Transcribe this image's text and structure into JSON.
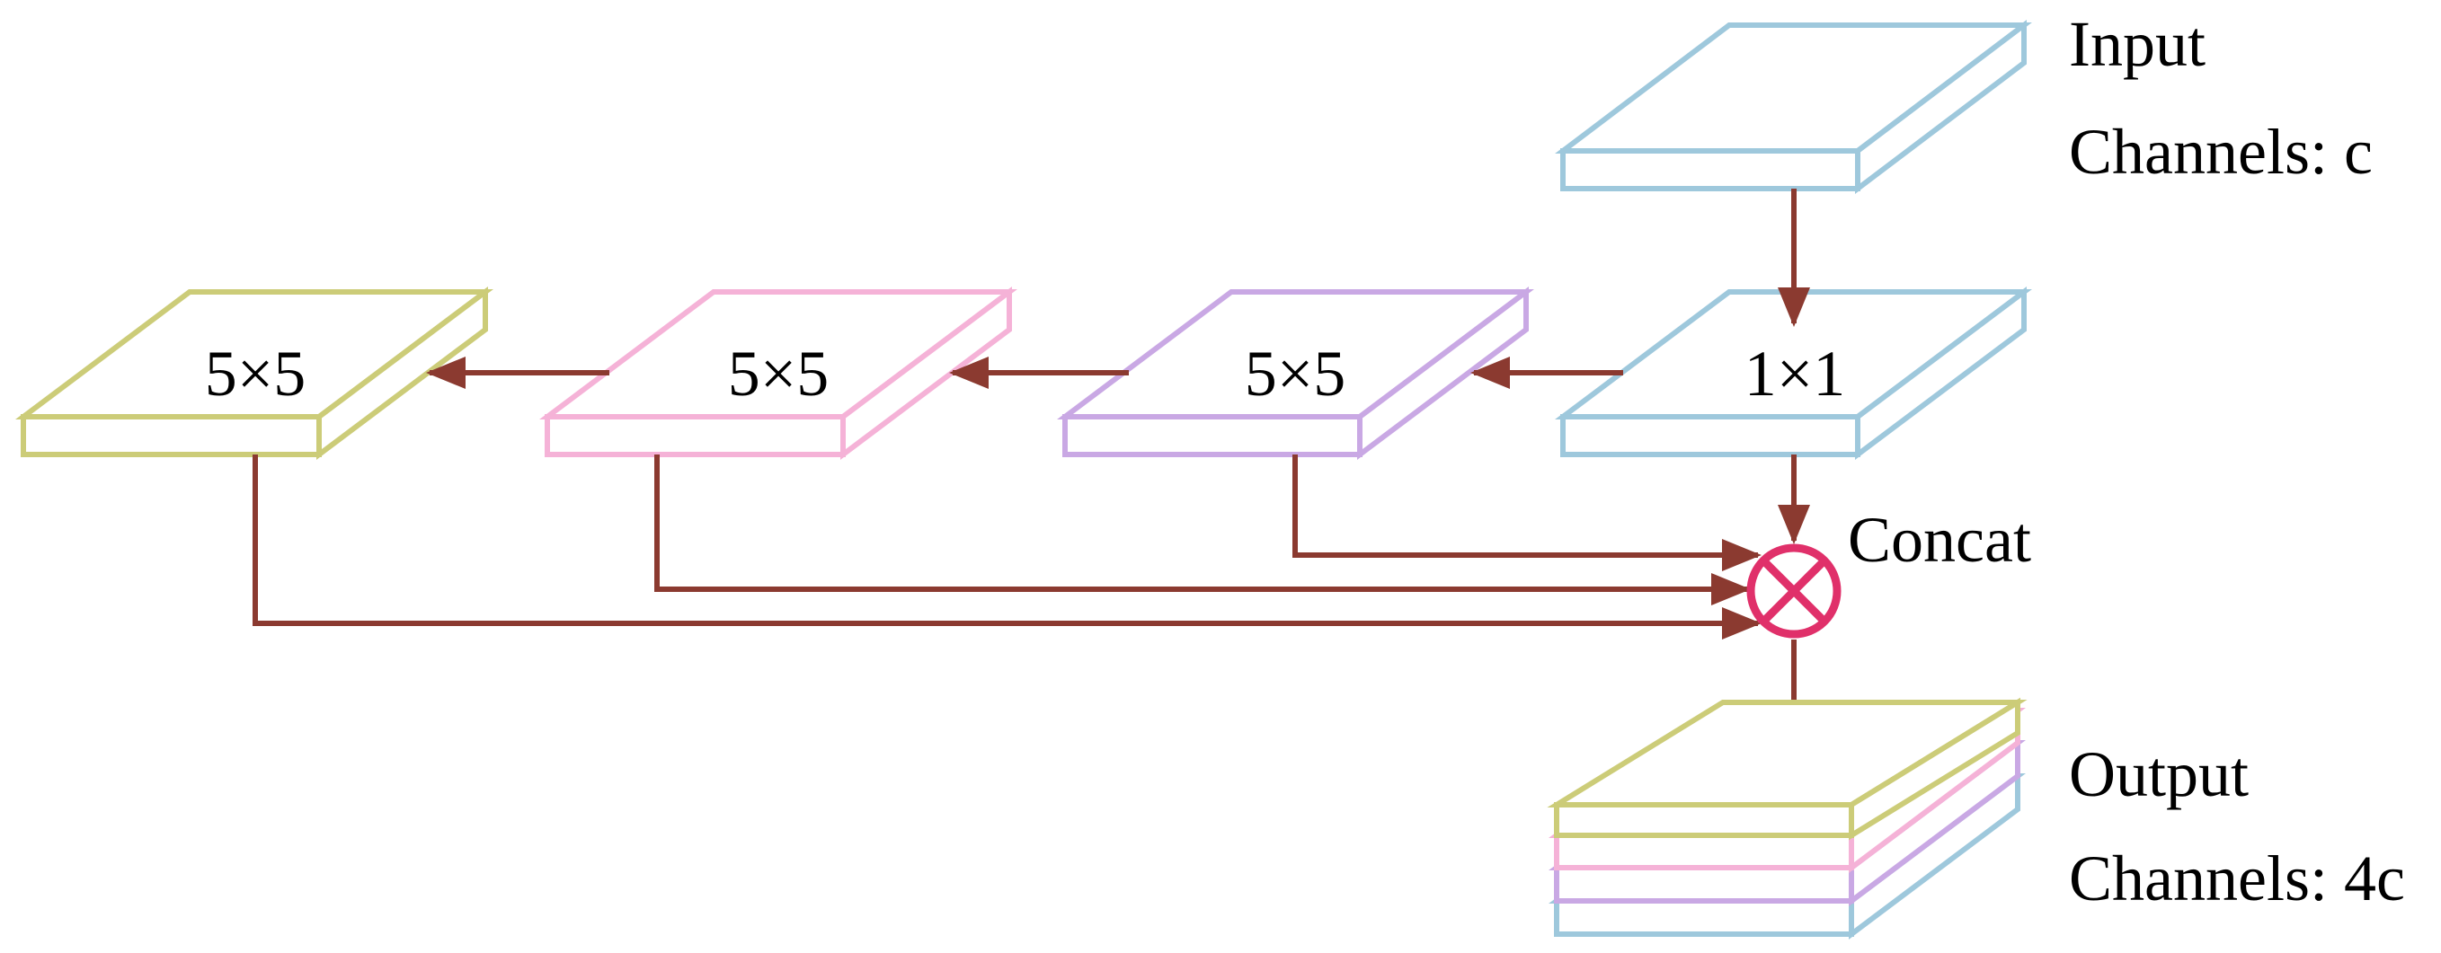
{
  "colors": {
    "arrow": "#8b3a30",
    "concat_operator": "#e0306a",
    "input_block": "#9ec8dc",
    "block_purple": "#c9a8e4",
    "block_pink": "#f5b2d7",
    "block_olive": "#cccc78"
  },
  "input": {
    "title": "Input",
    "channels": "Channels: c"
  },
  "blocks": [
    {
      "id": "conv1x1",
      "label": "1×1",
      "color": "#9ec8dc"
    },
    {
      "id": "conv5x5_a",
      "label": "5×5",
      "color": "#c9a8e4"
    },
    {
      "id": "conv5x5_b",
      "label": "5×5",
      "color": "#f5b2d7"
    },
    {
      "id": "conv5x5_c",
      "label": "5×5",
      "color": "#cccc78"
    }
  ],
  "concat": {
    "label": "Concat",
    "icon": "circle-times-icon"
  },
  "output": {
    "title": "Output",
    "channels": "Channels: 4c",
    "layer_colors_top_to_bottom": [
      "#cccc78",
      "#f5b2d7",
      "#c9a8e4",
      "#9ec8dc"
    ]
  }
}
